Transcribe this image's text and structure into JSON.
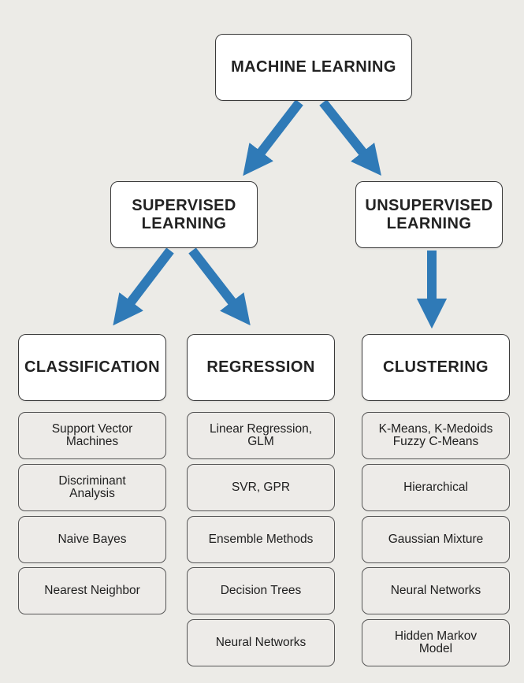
{
  "colors": {
    "arrow": "#2f7ab7",
    "background": "#ecebe7"
  },
  "root": {
    "label": "MACHINE LEARNING"
  },
  "supervised": {
    "label": "SUPERVISED\nLEARNING"
  },
  "unsupervised": {
    "label": "UNSUPERVISED\nLEARNING"
  },
  "classification": {
    "label": "CLASSIFICATION",
    "items": [
      "Support Vector\nMachines",
      "Discriminant\nAnalysis",
      "Naive Bayes",
      "Nearest Neighbor"
    ]
  },
  "regression": {
    "label": "REGRESSION",
    "items": [
      "Linear Regression,\nGLM",
      "SVR, GPR",
      "Ensemble Methods",
      "Decision Trees",
      "Neural Networks"
    ]
  },
  "clustering": {
    "label": "CLUSTERING",
    "items": [
      "K-Means, K-Medoids\nFuzzy C-Means",
      "Hierarchical",
      "Gaussian Mixture",
      "Neural Networks",
      "Hidden Markov\nModel"
    ]
  }
}
